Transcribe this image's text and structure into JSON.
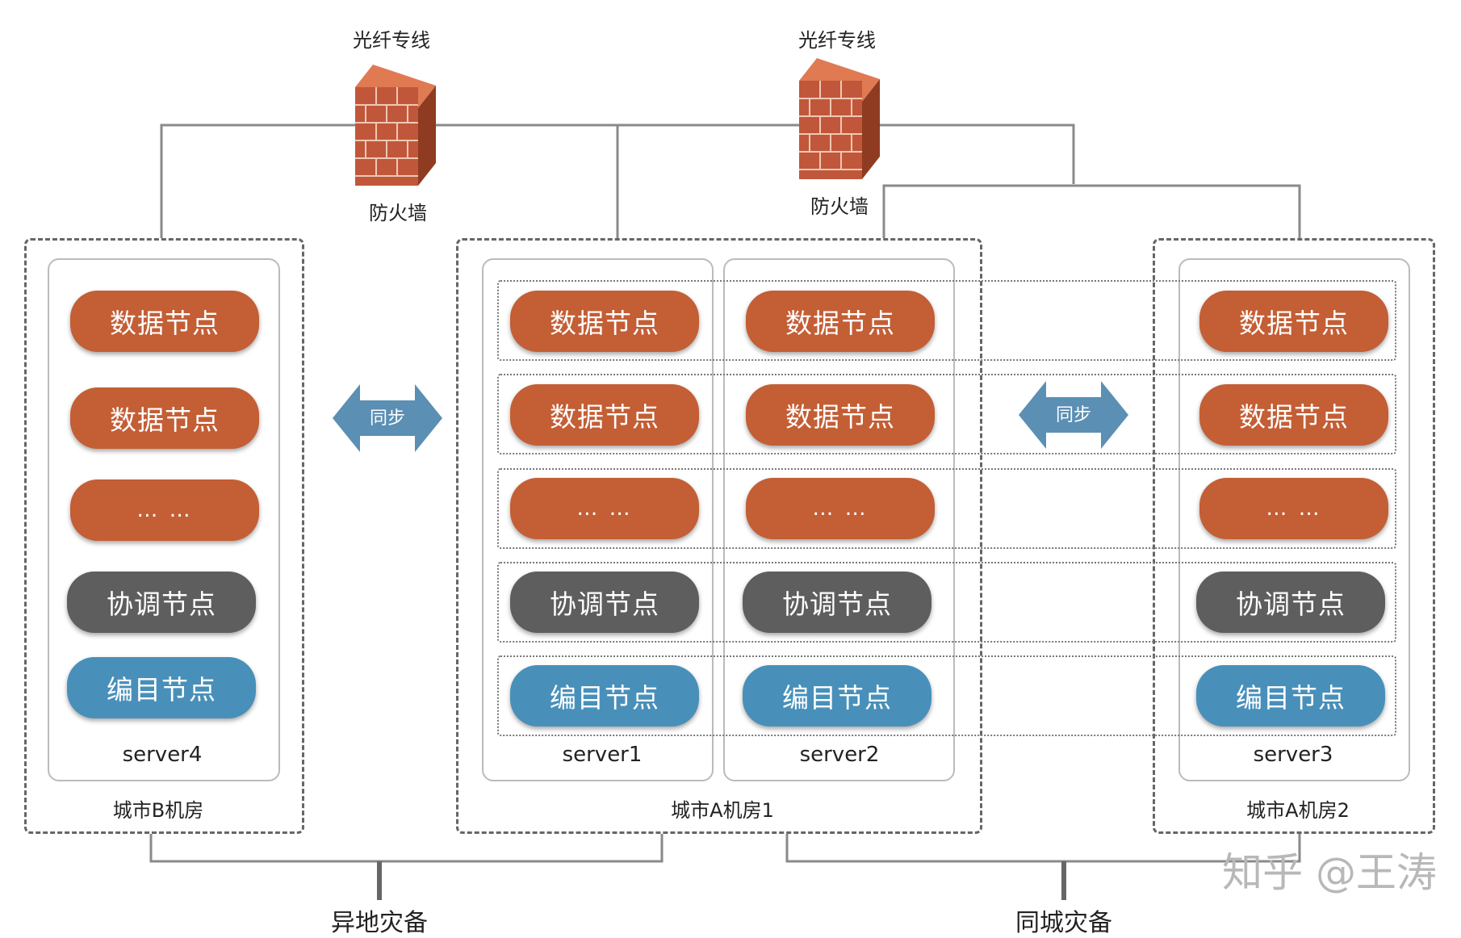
{
  "top_labels": {
    "fiber_left": "光纤专线",
    "fiber_right": "光纤专线"
  },
  "firewall_label": "防火墙",
  "sync_label": "同步",
  "data_node": "数据节点",
  "ellipsis": "… …",
  "coord_node": "协调节点",
  "catalog_node": "编目节点",
  "servers": {
    "s1": "server1",
    "s2": "server2",
    "s3": "server3",
    "s4": "server4"
  },
  "datacenters": {
    "b": "城市B机房",
    "a1": "城市A机房1",
    "a2": "城市A机房2"
  },
  "bottom": {
    "remote": "异地灾备",
    "local": "同城灾备"
  },
  "watermark": "知乎 @王涛",
  "colors": {
    "data": "#c45e35",
    "coord": "#5e5e5e",
    "catalog": "#4890ba",
    "arrow": "#5b8fb4",
    "firewall": "#c0573a"
  }
}
